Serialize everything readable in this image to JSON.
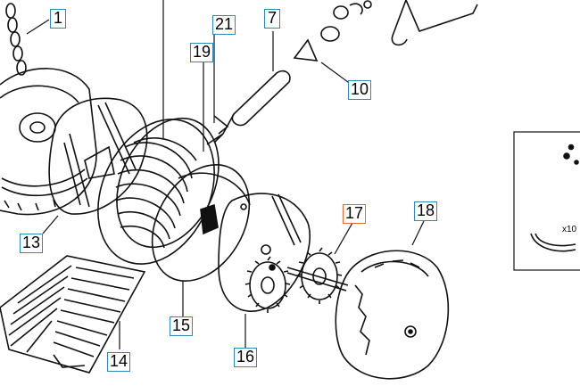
{
  "colors": {
    "callout_border": "#2b8ab8",
    "callout_highlight_border": "#e06a2c",
    "line_art": "#111111",
    "background": "#ffffff"
  },
  "callouts": {
    "p1": "1",
    "p7": "7",
    "p10": "10",
    "p13": "13",
    "p14": "14",
    "p15": "15",
    "p16": "16",
    "p17": "17",
    "p18": "18",
    "p19": "19",
    "p21": "21"
  },
  "inset": {
    "quantity_label": "x10"
  }
}
